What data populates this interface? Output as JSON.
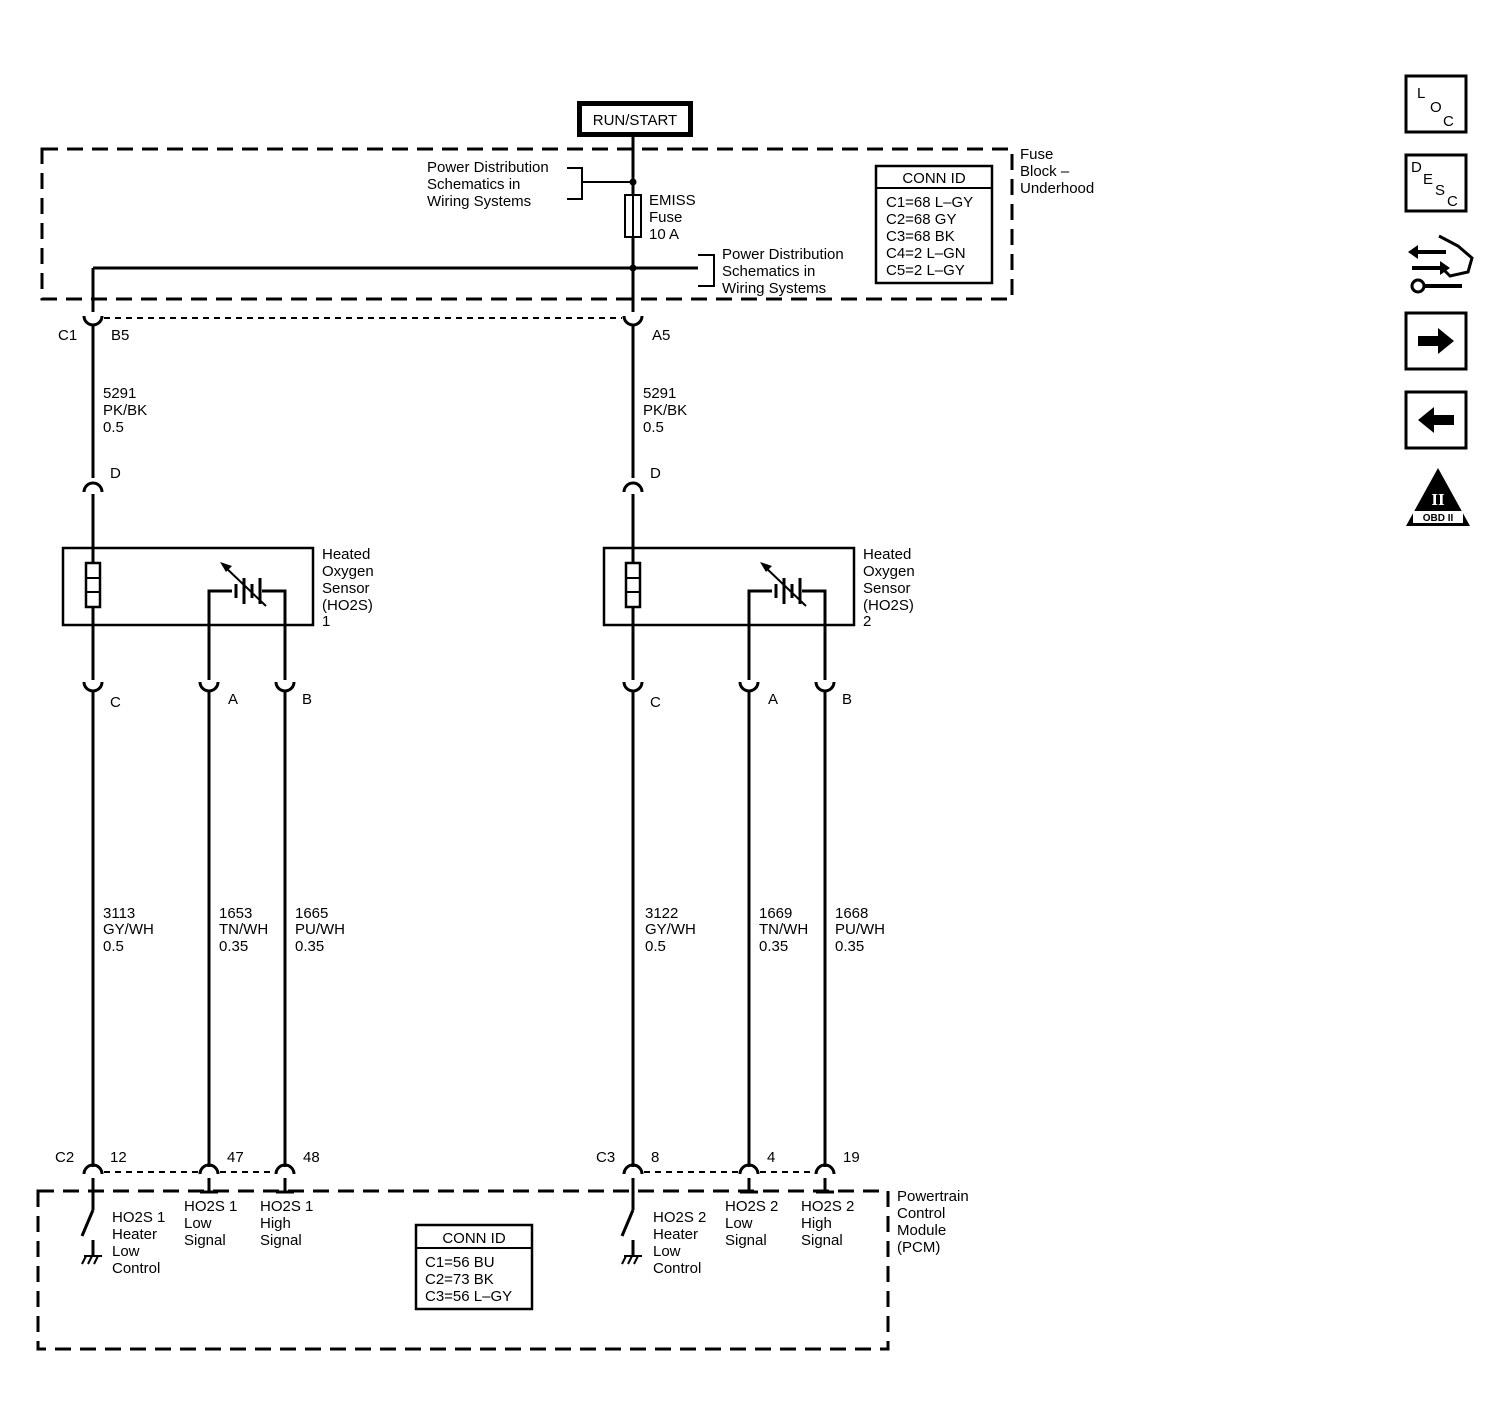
{
  "power_source": "RUN/START",
  "fuse_block": {
    "name": [
      "Fuse",
      "Block –",
      "Underhood"
    ],
    "power_ref_top": [
      "Power Distribution",
      "Schematics in",
      "Wiring Systems"
    ],
    "power_ref_bottom": [
      "Power Distribution",
      "Schematics in",
      "Wiring Systems"
    ],
    "fuse": [
      "EMISS",
      "Fuse",
      "10 A"
    ],
    "conn_id": {
      "title": "CONN ID",
      "lines": [
        "C1=68 L–GY",
        "C2=68 GY",
        "C3=68 BK",
        "C4=2 L–GN",
        "C5=2 L–GY"
      ]
    },
    "connector_label": "C1",
    "pin_left": "B5",
    "pin_right": "A5"
  },
  "feed_wires": [
    {
      "circuit": "5291",
      "color": "PK/BK",
      "gauge": "0.5",
      "sensor_pin": "D"
    },
    {
      "circuit": "5291",
      "color": "PK/BK",
      "gauge": "0.5",
      "sensor_pin": "D"
    }
  ],
  "sensors": [
    {
      "name": [
        "Heated",
        "Oxygen",
        "Sensor",
        "(HO2S)",
        "1"
      ],
      "pins": [
        "C",
        "A",
        "B"
      ],
      "wires": [
        {
          "circuit": "3113",
          "color": "GY/WH",
          "gauge": "0.5"
        },
        {
          "circuit": "1653",
          "color": "TN/WH",
          "gauge": "0.35"
        },
        {
          "circuit": "1665",
          "color": "PU/WH",
          "gauge": "0.35"
        }
      ],
      "pcm_connector": "C2",
      "pcm_pins": [
        "12",
        "47",
        "48"
      ],
      "pcm_labels": [
        [
          "HO2S 1",
          "Heater",
          "Low",
          "Control"
        ],
        [
          "HO2S 1",
          "Low",
          "Signal"
        ],
        [
          "HO2S 1",
          "High",
          "Signal"
        ]
      ]
    },
    {
      "name": [
        "Heated",
        "Oxygen",
        "Sensor",
        "(HO2S)",
        "2"
      ],
      "pins": [
        "C",
        "A",
        "B"
      ],
      "wires": [
        {
          "circuit": "3122",
          "color": "GY/WH",
          "gauge": "0.5"
        },
        {
          "circuit": "1669",
          "color": "TN/WH",
          "gauge": "0.35"
        },
        {
          "circuit": "1668",
          "color": "PU/WH",
          "gauge": "0.35"
        }
      ],
      "pcm_connector": "C3",
      "pcm_pins": [
        "8",
        "4",
        "19"
      ],
      "pcm_labels": [
        [
          "HO2S 2",
          "Heater",
          "Low",
          "Control"
        ],
        [
          "HO2S 2",
          "Low",
          "Signal"
        ],
        [
          "HO2S 2",
          "High",
          "Signal"
        ]
      ]
    }
  ],
  "pcm": {
    "name": [
      "Powertrain",
      "Control",
      "Module",
      "(PCM)"
    ],
    "conn_id": {
      "title": "CONN ID",
      "lines": [
        "C1=56 BU",
        "C2=73 BK",
        "C3=56 L–GY"
      ]
    }
  },
  "nav": {
    "loc": [
      "L",
      "O",
      "C"
    ],
    "desc": [
      "D",
      "E",
      "S",
      "C"
    ],
    "obd_roman": "II",
    "obd_text": "OBD II",
    "icons": [
      "loc-icon",
      "desc-icon",
      "diagnostic-connector-icon",
      "next-arrow-icon",
      "previous-arrow-icon",
      "obd-ii-icon"
    ]
  }
}
